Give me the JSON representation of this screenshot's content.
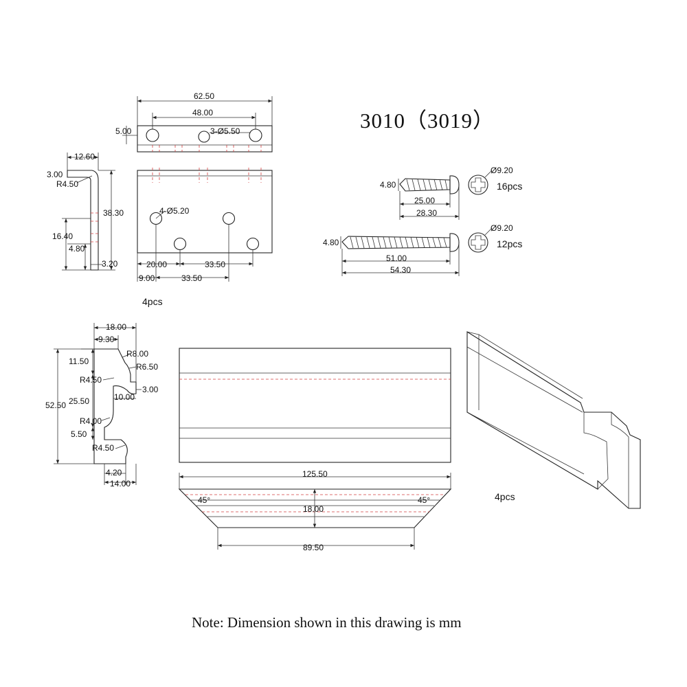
{
  "title": "3010（3019）",
  "note": "Note: Dimension shown in this drawing is mm",
  "bracket": {
    "dims": {
      "overall_width": "62.50",
      "hole_span": "48.00",
      "top_offset": "5.00",
      "top_holes": "3-Ø5.50",
      "flange": "12.60",
      "thickness_top": "3.00",
      "bend_radius": "R4.50",
      "height": "38.30",
      "lower_span": "16.40",
      "hole_height": "4.80",
      "thickness": "3.20",
      "face_holes": "4-Ø5.20",
      "hole_x1": "20.00",
      "hole_x2": "33.50",
      "hole_x3": "9.00",
      "hole_x4": "33.50"
    },
    "qty": "4pcs"
  },
  "screw_short": {
    "head_dia": "Ø9.20",
    "shank_dia": "4.80",
    "thread_len": "25.00",
    "total_len": "28.30",
    "qty": "16pcs"
  },
  "screw_long": {
    "head_dia": "Ø9.20",
    "shank_dia": "4.80",
    "thread_len": "51.00",
    "total_len": "54.30",
    "qty": "12pcs"
  },
  "profile": {
    "dims": {
      "top_width": "18.00",
      "top_inner": "9.30",
      "r_top_outer": "R8.00",
      "r_top_inner": "R6.50",
      "upper_height": "11.50",
      "r_upper": "R4.50",
      "depth": "10.00",
      "wall": "3.00",
      "total_height": "52.50",
      "mid_height": "25.50",
      "r_lower": "R4.00",
      "lower_height": "5.50",
      "r_bottom": "R4.50",
      "foot": "4.20",
      "bottom_width": "14.00"
    },
    "qty": "4pcs"
  },
  "rail": {
    "length": "125.50",
    "angle_left": "45°",
    "angle_right": "45°",
    "height": "18.00",
    "bottom_length": "89.50"
  }
}
